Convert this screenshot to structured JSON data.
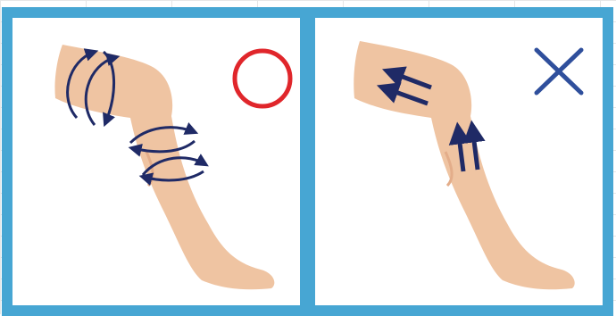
{
  "colors": {
    "frame": "#47a6d3",
    "skin": "#efc4a2",
    "skin_shade": "#e3ad8a",
    "arrow": "#1f2a66",
    "correct_mark": "#e0262b",
    "incorrect_mark": "#2f4f9c"
  },
  "panels": [
    {
      "id": "left",
      "verdict": "correct",
      "mark_icon": "circle-icon",
      "arrow_style": "circular-around-limb"
    },
    {
      "id": "right",
      "verdict": "incorrect",
      "mark_icon": "cross-icon",
      "arrow_style": "double-arrow-along-limb"
    }
  ]
}
